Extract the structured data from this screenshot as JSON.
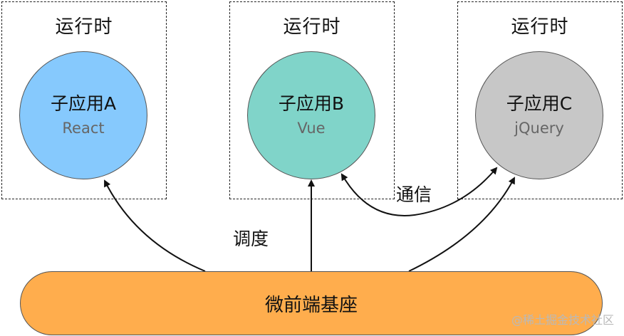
{
  "runtimes": [
    {
      "label": "运行时",
      "app_name": "子应用A",
      "framework": "React",
      "color": "#86c9fd"
    },
    {
      "label": "运行时",
      "app_name": "子应用B",
      "framework": "Vue",
      "color": "#80d4c9"
    },
    {
      "label": "运行时",
      "app_name": "子应用C",
      "framework": "jQuery",
      "color": "#c7c7c7"
    }
  ],
  "edges": {
    "dispatch_label": "调度",
    "communicate_label": "通信"
  },
  "base": {
    "label": "微前端基座",
    "color": "#ffad4d"
  },
  "watermark": "@稀土掘金技术社区"
}
